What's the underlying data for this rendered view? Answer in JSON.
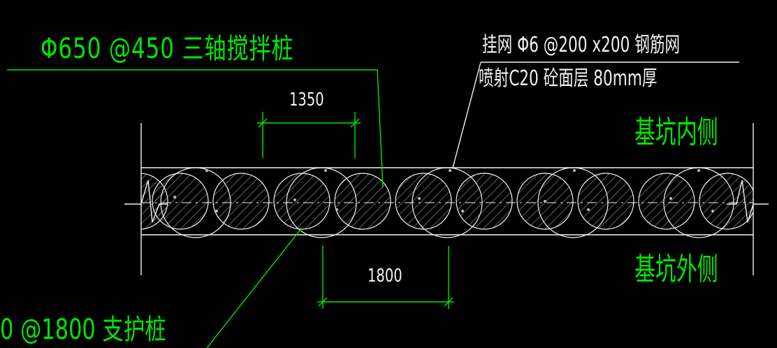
{
  "labels": {
    "mixing_pile": "Φ650 @450 三轴搅拌桩",
    "mesh": "挂网  Φ6 @200 x200 钢筋网",
    "shotcrete": "喷射C20 砼面层  80mm厚",
    "inner_side": "基坑内侧",
    "outer_side": "基坑外侧",
    "support_pile": "0 @1800 支护桩"
  },
  "dimensions": {
    "mixing_spacing": "1350",
    "pile_spacing": "1800"
  },
  "colors": {
    "background": "#000000",
    "annotation": "#00e600",
    "linework": "#f2f2f2",
    "hatch": "#9a9a9a"
  }
}
